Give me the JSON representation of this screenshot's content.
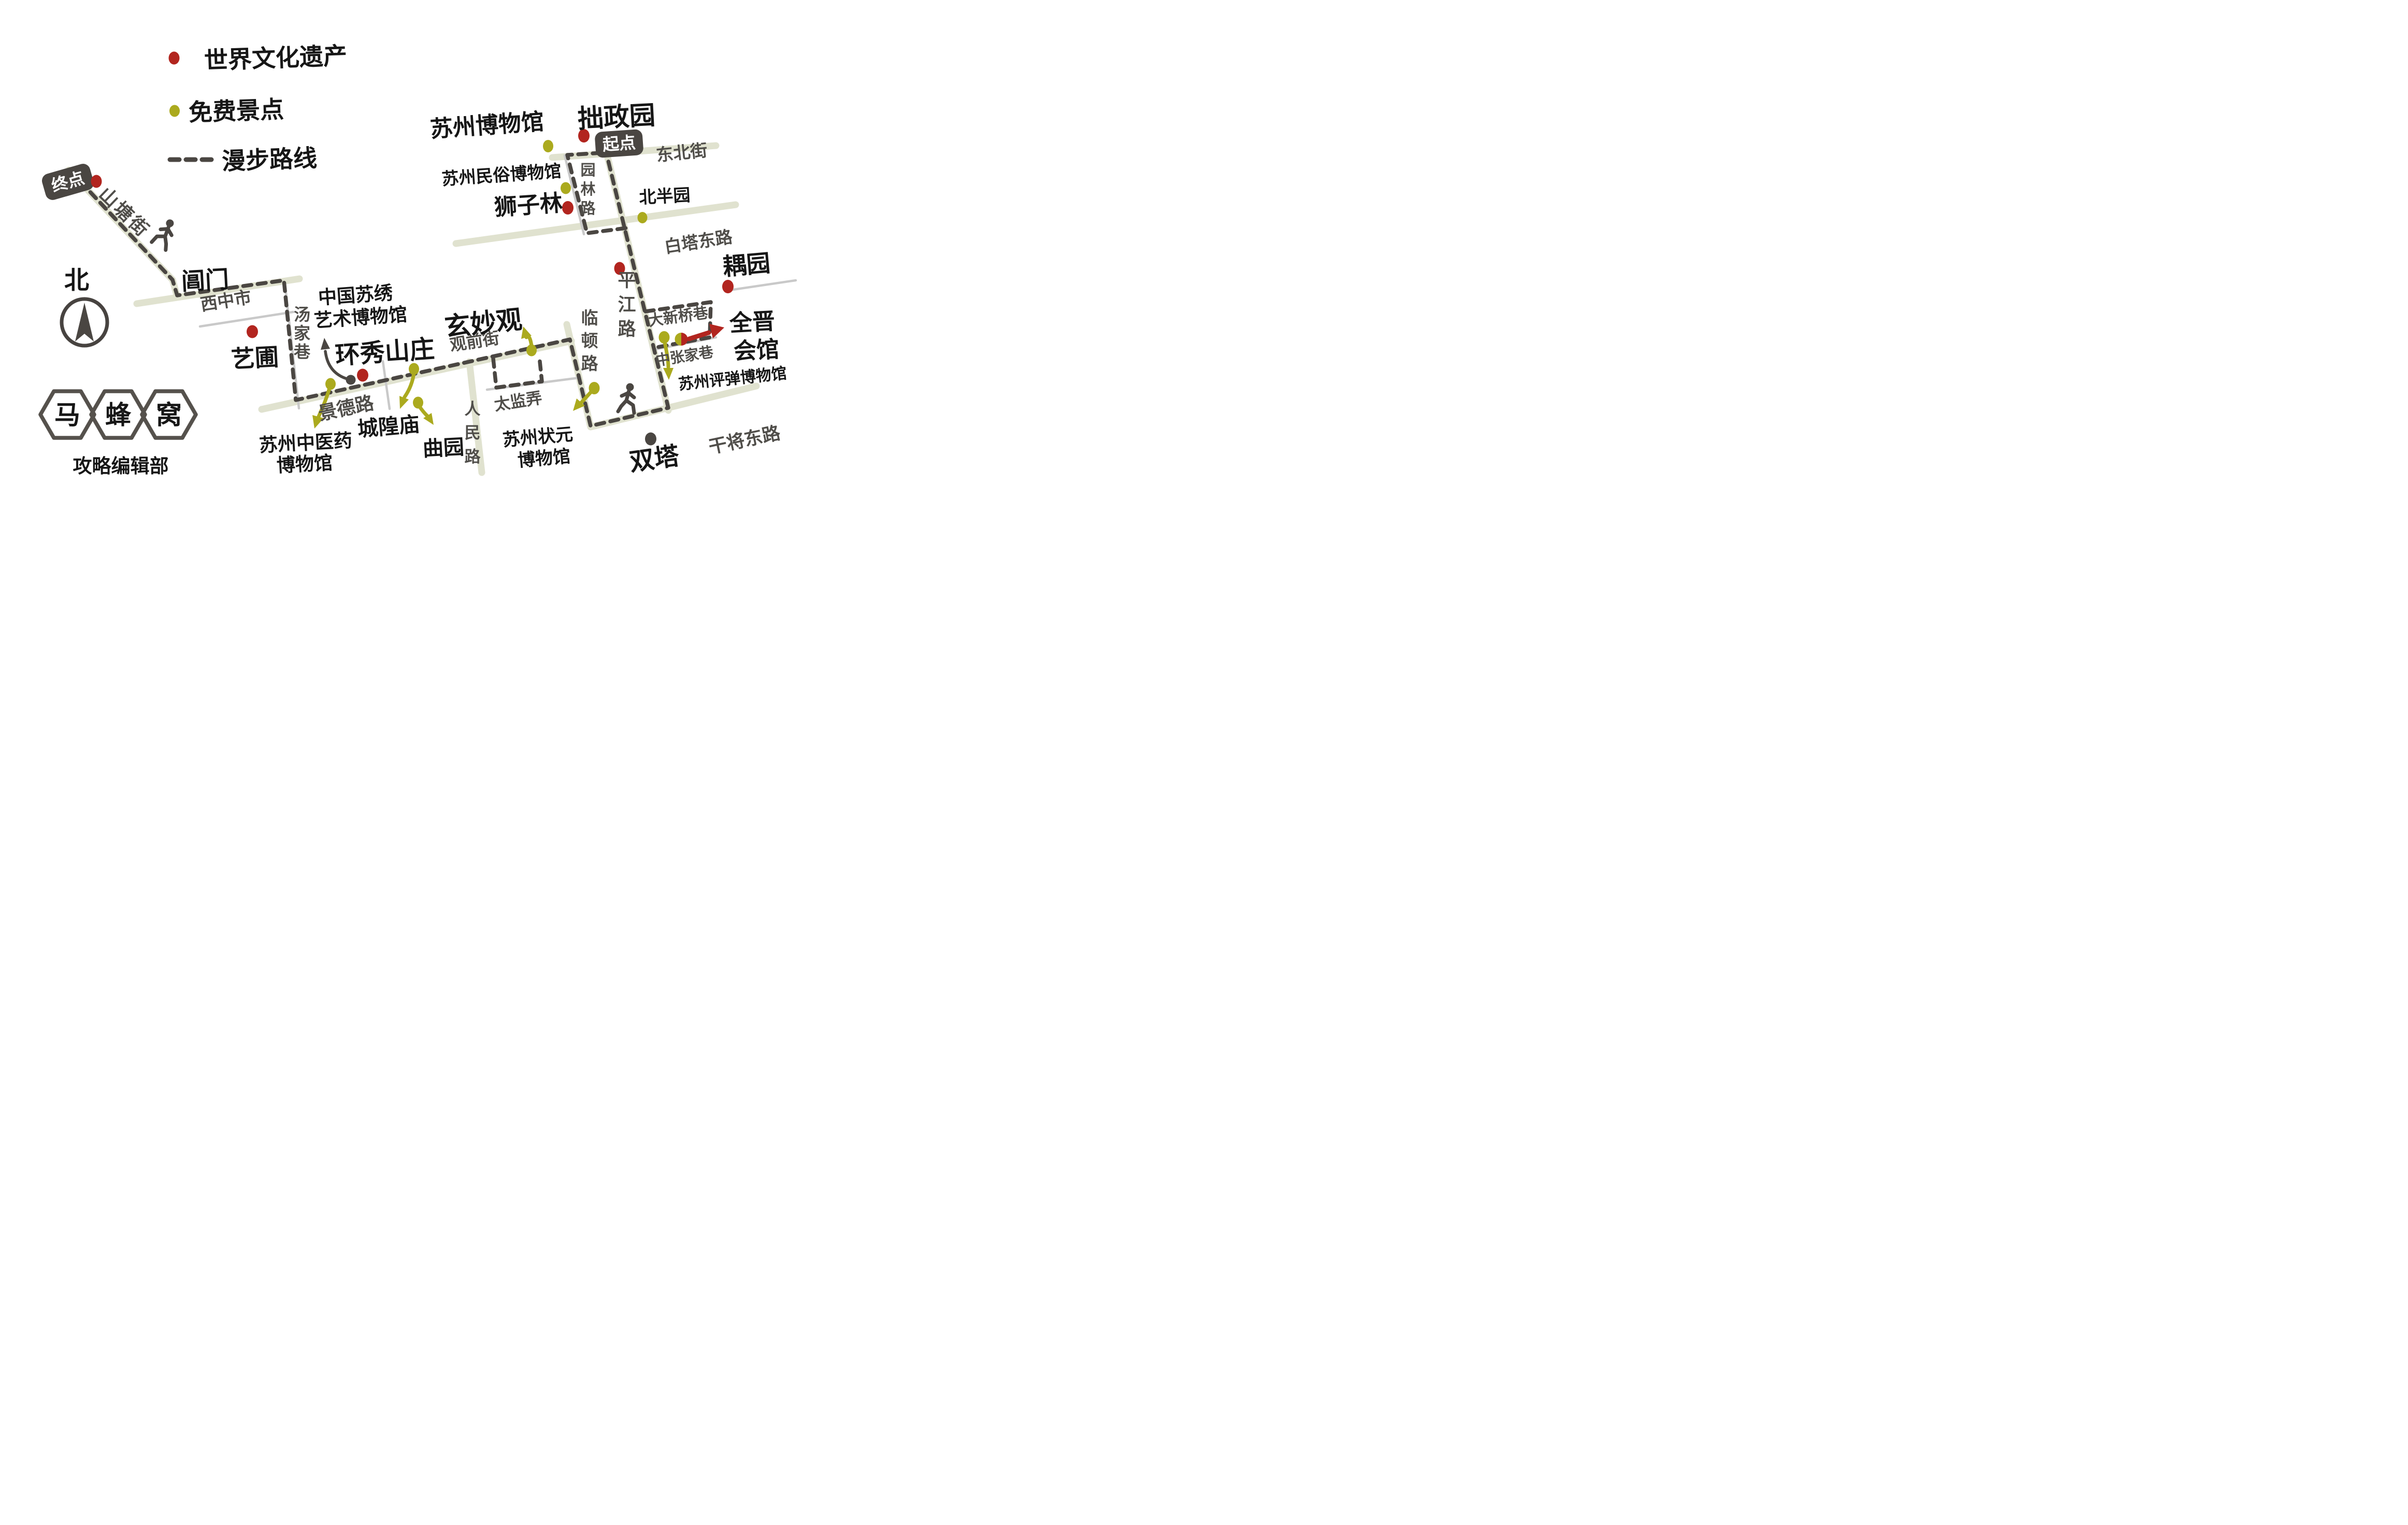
{
  "legend": {
    "items": [
      {
        "label": "世界文化遗产",
        "marker": "red-dot",
        "color": "#b2251f"
      },
      {
        "label": "免费景点",
        "marker": "olive-dot",
        "color": "#abaa1e"
      },
      {
        "label": "漫步路线",
        "marker": "dashed-line",
        "color": "#4a4642"
      }
    ]
  },
  "badges": {
    "start": "起点",
    "end": "终点"
  },
  "compass": {
    "label": "北"
  },
  "logo": {
    "chars": [
      "马",
      "蜂",
      "窝"
    ],
    "caption": "攻略编辑部"
  },
  "colors": {
    "heritage_red": "#b2251f",
    "free_olive": "#abaa1e",
    "road": "#e0e2cf",
    "road_gray": "#c9c9c9",
    "route_dark": "#4a4642"
  },
  "roads": {
    "shantangjie": "山塘街",
    "xizhongshi": "西中市",
    "tangjiaxiang": "汤家巷",
    "jingdelu": "景德路",
    "guanqianjie": "观前街",
    "taijianlong": "太监弄",
    "renminlu": "人民路",
    "lindunlu": "临顿路",
    "ganjiangdonglu": "干将东路",
    "dongbeijie": "东北街",
    "yuanlinlu": "园林路",
    "baitadonglu": "白塔东路",
    "pingjianglu": "平江路",
    "daxinqiaoxiang": "大新桥巷",
    "zhongzhangjiaxiang": "中张家巷"
  },
  "places": {
    "changmen": "阊门",
    "yipu": "艺圃",
    "suzhou_museum": "苏州博物馆",
    "zhuozhengyuan": "拙政园",
    "minsu_museum": "苏州民俗博物馆",
    "shizilin": "狮子林",
    "beibanyuan": "北半园",
    "ouyuan": "耦园",
    "suxiu_lines": [
      "中国苏绣",
      "艺术博物馆"
    ],
    "huanxiu": "环秀山庄",
    "xuanmiao": "玄妙观",
    "chenghuang": "城隍庙",
    "quyuan": "曲园",
    "zhongyiyao_lines": [
      "苏州中医药",
      "博物馆"
    ],
    "zhuangyuan_lines": [
      "苏州状元",
      "博物馆"
    ],
    "quanjin_lines": [
      "全晋",
      "会馆"
    ],
    "pingtan": "苏州评弹博物馆",
    "shuangta": "双塔"
  }
}
